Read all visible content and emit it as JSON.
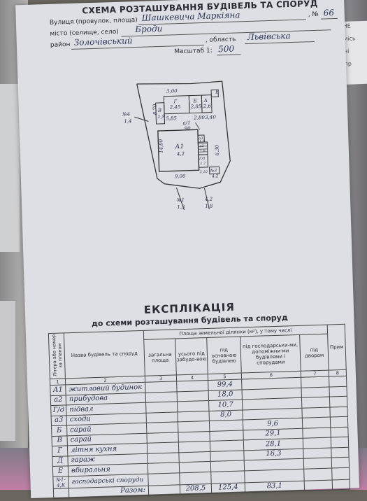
{
  "header": {
    "title": "СХЕМА РОЗТАШУВАННЯ БУДІВЕЛЬ ТА СПОРУД",
    "street_label": "Вулиця (провулок, площа)",
    "street_value": "Шашкевича Маркіяна",
    "no_label": ", №",
    "no_value": "66",
    "city_label": "місто (селище, село)",
    "city_value": "Броди",
    "district_label": "район",
    "district_value": "Золочівський",
    "oblast_label": ", область",
    "oblast_value": "Львівська",
    "scale_label": "Масштаб 1:",
    "scale_value": "500"
  },
  "plan": {
    "labels": {
      "top_width": "3,00",
      "g": "Г",
      "g_area": "2,45",
      "b": "Б",
      "b_area": "2,85",
      "e": "Е",
      "v": "В",
      "v_area": "1,9",
      "lit_a": "А",
      "lit_a_area": "2,6",
      "mid1": "5,85",
      "mid2": "2,80",
      "mid3": "3,40",
      "slash": "a/1",
      "n90": "90",
      "side_870": "8,70",
      "a1": "А1",
      "a1_sub": "4,2",
      "a1_height": "14,00",
      "a1_width": "9,00",
      "a2": "а2",
      "a2_area": "1,8",
      "g1d": "Г/д",
      "g1d_area": "1,7",
      "a3": "а3",
      "a3_area": "1,1",
      "right_630": "6,30",
      "small_1": "2,10",
      "no3": "№3",
      "no3_val": "4,2",
      "no4": "№4",
      "no4_val": "1,4",
      "no1": "№1",
      "no1_val": "1,3",
      "no2": "4,2",
      "no2_val": "1,8"
    }
  },
  "explication": {
    "title": "ЕКСПЛІКАЦІЯ",
    "subtitle": "до схеми розташування будівель та споруд",
    "headers": {
      "h_litera": "Літера або номер за планом",
      "h_name": "Назва будівель та споруд",
      "h_area_group": "Площа земельної ділянки (м²), у тому числі",
      "h_total": "загальна площа",
      "h_built": "усього під забудо-вою",
      "h_main": "під основною будівлею",
      "h_aux": "під господарськи-ми, допоміжни-ми будівлями і спорудами",
      "h_yard": "під двором",
      "h_last": "Прим"
    },
    "index_row": [
      "1",
      "2",
      "3",
      "4",
      "5",
      "6",
      "7",
      "8"
    ],
    "rows": [
      {
        "lit": "А1",
        "name": "житловий будинок",
        "total": "",
        "built": "",
        "main": "99,4",
        "aux": "",
        "yard": ""
      },
      {
        "lit": "а2",
        "name": "прибудова",
        "total": "",
        "built": "",
        "main": "18,0",
        "aux": "",
        "yard": ""
      },
      {
        "lit": "Г/д",
        "name": "підвал",
        "total": "",
        "built": "",
        "main": "10,7",
        "aux": "",
        "yard": ""
      },
      {
        "lit": "а3",
        "name": "сходи",
        "total": "",
        "built": "",
        "main": "8,0",
        "aux": "",
        "yard": ""
      },
      {
        "lit": "Б",
        "name": "сарай",
        "total": "",
        "built": "",
        "main": "",
        "aux": "9,6",
        "yard": ""
      },
      {
        "lit": "В",
        "name": "сарай",
        "total": "",
        "built": "",
        "main": "",
        "aux": "29,1",
        "yard": ""
      },
      {
        "lit": "Г",
        "name": "літня кухня",
        "total": "",
        "built": "",
        "main": "",
        "aux": "28,1",
        "yard": ""
      },
      {
        "lit": "Д",
        "name": "гараж",
        "total": "",
        "built": "",
        "main": "",
        "aux": "16,3",
        "yard": ""
      },
      {
        "lit": "Е",
        "name": "вбиральня",
        "total": "",
        "built": "",
        "main": "",
        "aux": "",
        "yard": ""
      },
      {
        "lit": "№1-4,К",
        "name": "господарські споруди",
        "total": "",
        "built": "",
        "main": "",
        "aux": "",
        "yard": ""
      }
    ],
    "total_row": {
      "label": "Разом:",
      "built": "208,5",
      "main": "125,4",
      "aux": "83,1"
    }
  },
  "background": {
    "right_sheet_lines": [
      "НЕ",
      "місь",
      "ні",
      "пр"
    ]
  }
}
